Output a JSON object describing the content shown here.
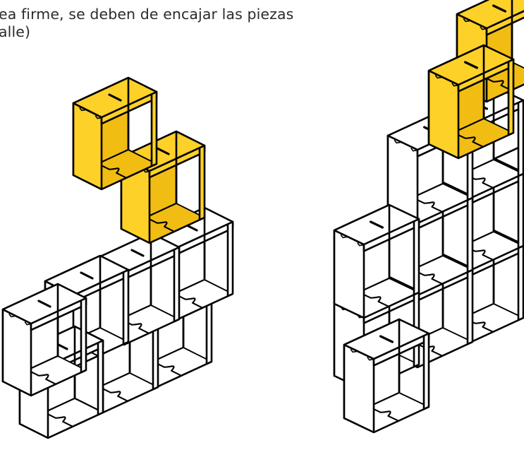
{
  "caption": {
    "line1": "ea firme, se deben de encajar las piezas",
    "line2": "alle)"
  },
  "colors": {
    "box_fill": "#ffffff",
    "box_accent": "#fdd128",
    "box_inner": "#f1bd12",
    "outline": "#000000",
    "text": "#2b2b2b"
  },
  "figures": [
    {
      "name": "stack-left",
      "description_icon": "stacked-box-shelves-icon"
    },
    {
      "name": "stack-right",
      "description_icon": "stacked-box-pyramid-icon"
    }
  ]
}
